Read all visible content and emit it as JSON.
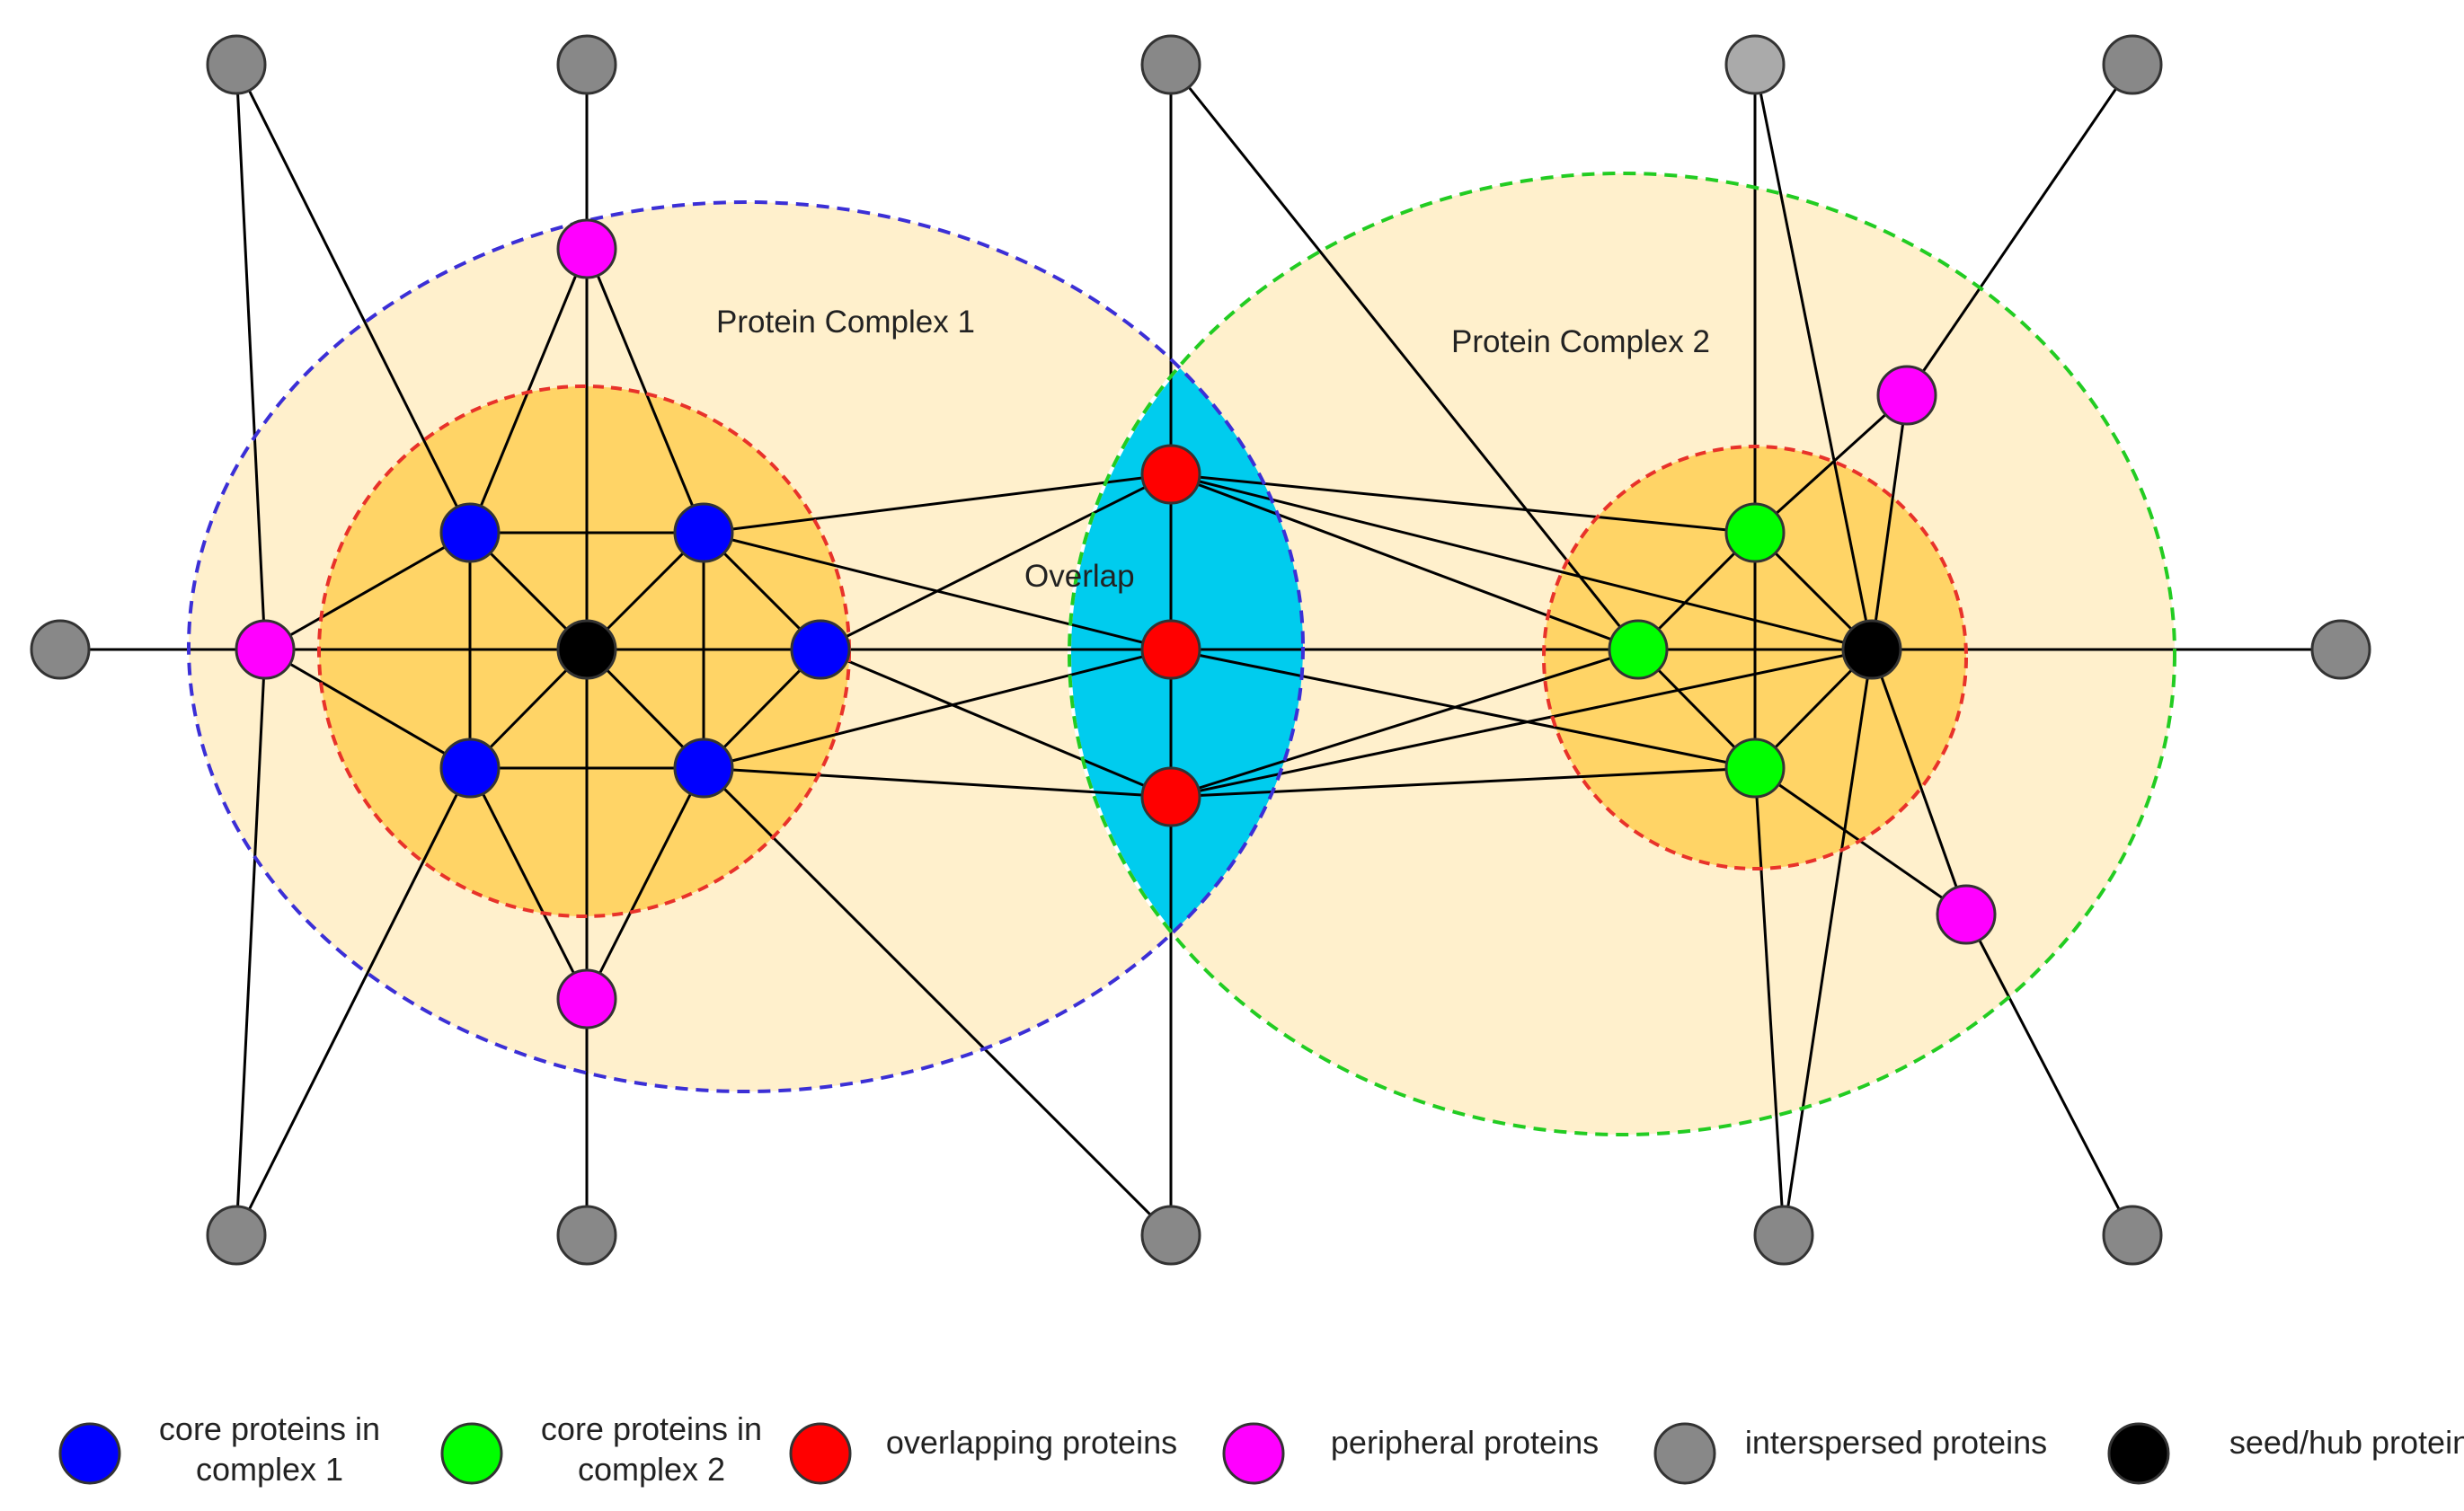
{
  "labels": {
    "complex1": "Protein Complex 1",
    "complex2": "Protein Complex 2",
    "overlap": "Overlap"
  },
  "colors": {
    "core_complex_1": "#0000ff",
    "core_complex_2": "#00ff00",
    "overlapping": "#ff0000",
    "peripheral": "#ff00ff",
    "interspersed": "#888888",
    "interspersed_light": "#aaaaaa",
    "seed_hub": "#000000",
    "outer_region": "#fff0cc",
    "core_region": "#ffd466",
    "overlap_region": "#00ccee",
    "complex1_border": "#3b2fd6",
    "complex2_border": "#22cc22",
    "core_border": "#e8322a"
  },
  "legend": [
    {
      "type": "core_complex_1",
      "lines": [
        "core proteins in",
        "complex 1"
      ]
    },
    {
      "type": "core_complex_2",
      "lines": [
        "core proteins in",
        "complex 2"
      ]
    },
    {
      "type": "overlapping",
      "lines": [
        "overlapping proteins"
      ]
    },
    {
      "type": "peripheral",
      "lines": [
        "peripheral proteins"
      ]
    },
    {
      "type": "interspersed",
      "lines": [
        "interspersed proteins"
      ]
    },
    {
      "type": "seed_hub",
      "lines": [
        "seed/hub protein"
      ]
    }
  ],
  "nodes": [
    {
      "id": "g_tl1",
      "type": "interspersed"
    },
    {
      "id": "g_tl2",
      "type": "interspersed"
    },
    {
      "id": "g_tc",
      "type": "interspersed"
    },
    {
      "id": "g_tr1",
      "type": "interspersed_light"
    },
    {
      "id": "g_tr2",
      "type": "interspersed"
    },
    {
      "id": "g_l",
      "type": "interspersed"
    },
    {
      "id": "g_r",
      "type": "interspersed"
    },
    {
      "id": "g_bl1",
      "type": "interspersed"
    },
    {
      "id": "g_bl2",
      "type": "interspersed"
    },
    {
      "id": "g_bc",
      "type": "interspersed"
    },
    {
      "id": "g_br1",
      "type": "interspersed"
    },
    {
      "id": "g_br2",
      "type": "interspersed"
    },
    {
      "id": "m_top1",
      "type": "peripheral"
    },
    {
      "id": "m_left1",
      "type": "peripheral"
    },
    {
      "id": "m_bot1",
      "type": "peripheral"
    },
    {
      "id": "m_tr2",
      "type": "peripheral"
    },
    {
      "id": "m_br2",
      "type": "peripheral"
    },
    {
      "id": "b_tl",
      "type": "core_complex_1"
    },
    {
      "id": "b_tr",
      "type": "core_complex_1"
    },
    {
      "id": "b_bl",
      "type": "core_complex_1"
    },
    {
      "id": "b_br",
      "type": "core_complex_1"
    },
    {
      "id": "b_r",
      "type": "core_complex_1"
    },
    {
      "id": "h1",
      "type": "seed_hub"
    },
    {
      "id": "r_t",
      "type": "overlapping"
    },
    {
      "id": "r_m",
      "type": "overlapping"
    },
    {
      "id": "r_b",
      "type": "overlapping"
    },
    {
      "id": "gr_l",
      "type": "core_complex_2"
    },
    {
      "id": "gr_t",
      "type": "core_complex_2"
    },
    {
      "id": "gr_b",
      "type": "core_complex_2"
    },
    {
      "id": "h2",
      "type": "seed_hub"
    }
  ],
  "edges": [
    [
      "g_l",
      "m_left1"
    ],
    [
      "m_left1",
      "h1"
    ],
    [
      "h1",
      "b_r"
    ],
    [
      "b_r",
      "r_m"
    ],
    [
      "r_m",
      "gr_l"
    ],
    [
      "gr_l",
      "h2"
    ],
    [
      "h2",
      "g_r"
    ],
    [
      "g_tl1",
      "m_left1"
    ],
    [
      "g_tl1",
      "b_tl"
    ],
    [
      "g_bl1",
      "m_left1"
    ],
    [
      "g_bl1",
      "b_bl"
    ],
    [
      "m_left1",
      "b_tl"
    ],
    [
      "m_left1",
      "b_bl"
    ],
    [
      "g_tl2",
      "m_top1"
    ],
    [
      "m_top1",
      "h1"
    ],
    [
      "m_top1",
      "b_tl"
    ],
    [
      "m_top1",
      "b_tr"
    ],
    [
      "g_bl2",
      "m_bot1"
    ],
    [
      "m_bot1",
      "h1"
    ],
    [
      "m_bot1",
      "b_bl"
    ],
    [
      "m_bot1",
      "b_br"
    ],
    [
      "b_tl",
      "b_tr"
    ],
    [
      "b_bl",
      "b_br"
    ],
    [
      "b_tl",
      "b_bl"
    ],
    [
      "b_tr",
      "b_br"
    ],
    [
      "b_tl",
      "h1"
    ],
    [
      "b_tr",
      "h1"
    ],
    [
      "b_bl",
      "h1"
    ],
    [
      "b_br",
      "h1"
    ],
    [
      "b_tr",
      "b_r"
    ],
    [
      "b_br",
      "b_r"
    ],
    [
      "b_tr",
      "r_t"
    ],
    [
      "b_tr",
      "r_m"
    ],
    [
      "b_br",
      "r_m"
    ],
    [
      "b_br",
      "r_b"
    ],
    [
      "b_r",
      "r_t"
    ],
    [
      "b_r",
      "r_b"
    ],
    [
      "b_br",
      "g_bc"
    ],
    [
      "g_tc",
      "r_t"
    ],
    [
      "r_t",
      "r_m"
    ],
    [
      "r_m",
      "r_b"
    ],
    [
      "r_b",
      "g_bc"
    ],
    [
      "g_tc",
      "gr_l"
    ],
    [
      "r_t",
      "gr_t"
    ],
    [
      "r_t",
      "h2"
    ],
    [
      "r_t",
      "gr_l"
    ],
    [
      "r_m",
      "gr_b"
    ],
    [
      "r_m",
      "h2"
    ],
    [
      "r_b",
      "gr_b"
    ],
    [
      "r_b",
      "gr_l"
    ],
    [
      "r_b",
      "h2"
    ],
    [
      "gr_l",
      "gr_t"
    ],
    [
      "gr_l",
      "gr_b"
    ],
    [
      "gr_t",
      "gr_b"
    ],
    [
      "gr_t",
      "h2"
    ],
    [
      "gr_b",
      "h2"
    ],
    [
      "g_tr1",
      "gr_t"
    ],
    [
      "g_tr1",
      "h2"
    ],
    [
      "gr_t",
      "m_tr2"
    ],
    [
      "m_tr2",
      "g_tr2"
    ],
    [
      "m_tr2",
      "h2"
    ],
    [
      "gr_b",
      "m_br2"
    ],
    [
      "h2",
      "m_br2"
    ],
    [
      "m_br2",
      "g_br2"
    ],
    [
      "h2",
      "g_br1"
    ],
    [
      "gr_b",
      "g_br1"
    ]
  ]
}
